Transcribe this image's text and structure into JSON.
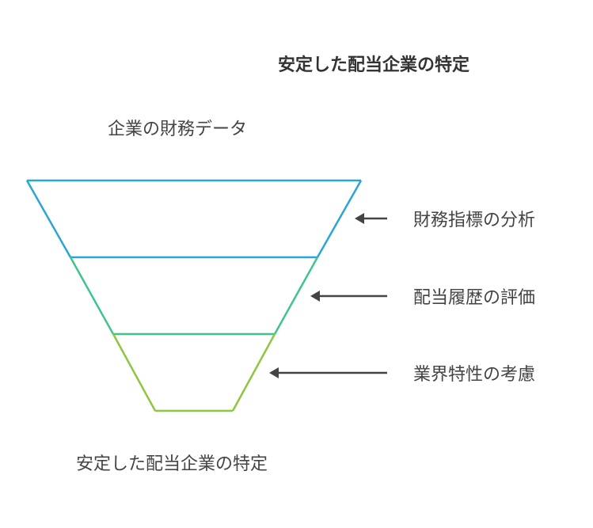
{
  "title": "安定した配当企業の特定",
  "input_label": "企業の財務データ",
  "output_label": "安定した配当企業の特定",
  "stages": [
    {
      "label": "財務指標の分析",
      "color": "#2BA6D4"
    },
    {
      "label": "配当履歴の評価",
      "color": "#3FC58A"
    },
    {
      "label": "業界特性の考慮",
      "color": "#8DC63F"
    }
  ],
  "arrow_color": "#444444"
}
